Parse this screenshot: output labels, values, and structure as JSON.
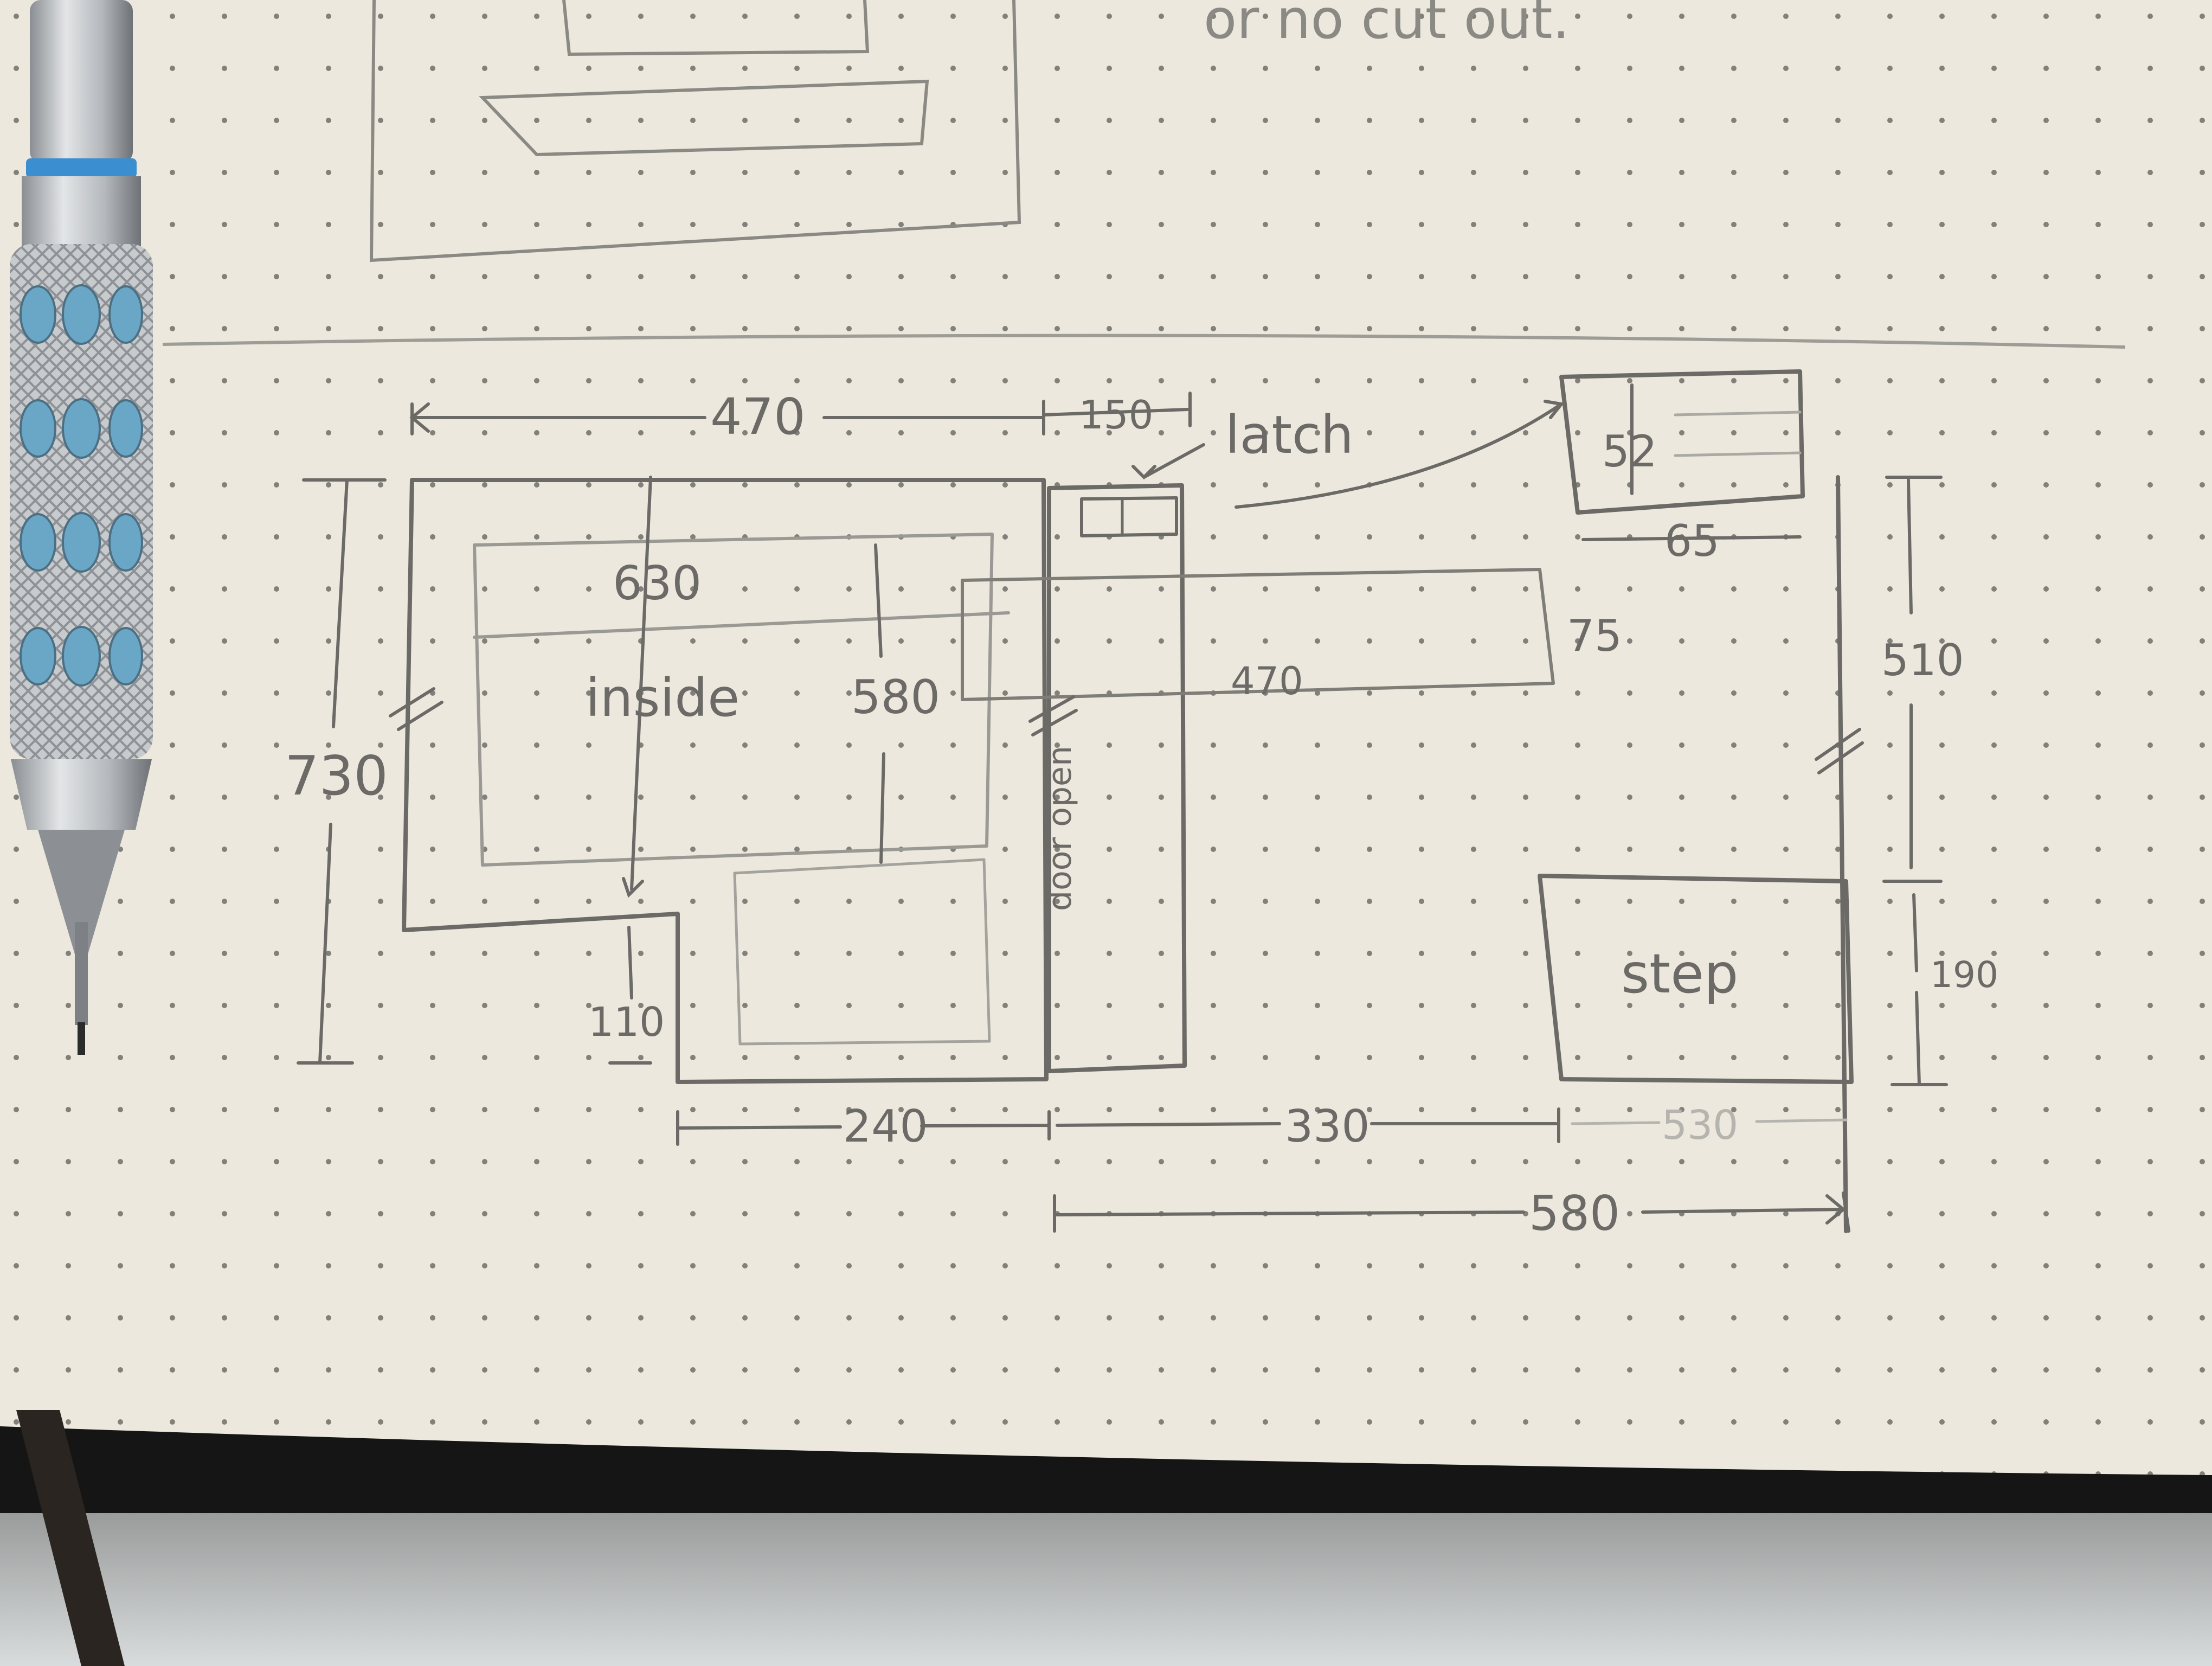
{
  "top_note": "or no cut out.",
  "labels": {
    "w470": "470",
    "w150": "150",
    "latch": "latch",
    "v52": "52",
    "v65": "65",
    "h630": "630",
    "h730": "730",
    "inside": "inside",
    "h580": "580",
    "w470b": "470",
    "v75": "75",
    "door_open": "door open",
    "h510": "510",
    "h190": "190",
    "step": "step",
    "v110": "110",
    "w240": "240",
    "w330": "330",
    "w530": "530",
    "w580": "580"
  },
  "colors": {
    "paper": "#ece8dd",
    "pencil": "#6b6a66",
    "dots": "#6f6e68",
    "pencil_body": "#b9bcbf",
    "pencil_accent": "#3b8fd0"
  }
}
